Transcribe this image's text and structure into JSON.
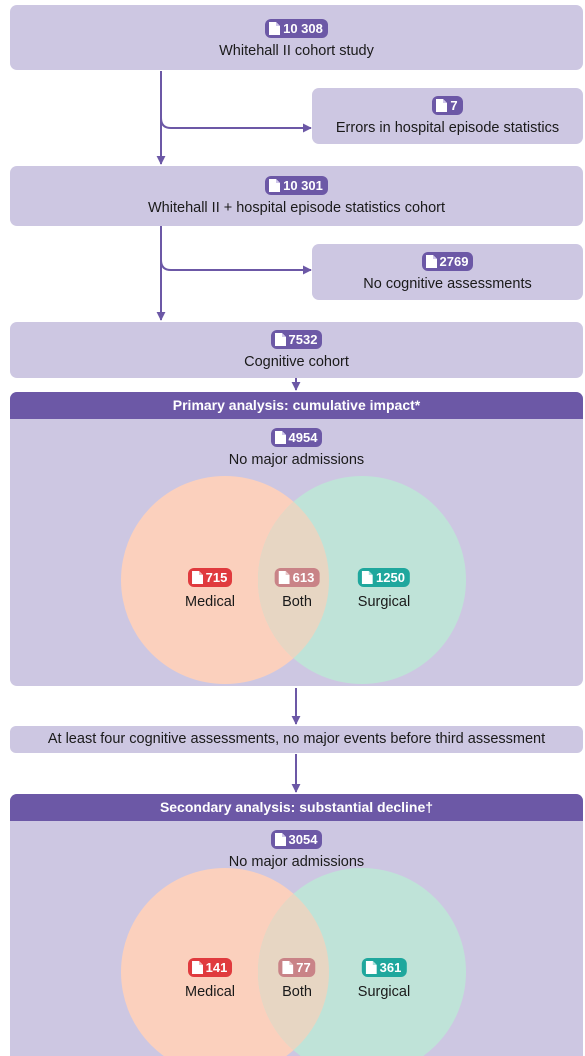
{
  "nodes": {
    "whitehall": {
      "count": "10 308",
      "label": "Whitehall II cohort study"
    },
    "errors": {
      "count": "7",
      "label": "Errors in hospital episode statistics"
    },
    "hes_cohort": {
      "count": "10 301",
      "label": "Whitehall II + hospital episode statistics cohort"
    },
    "no_cognitive": {
      "count": "2769",
      "label": "No cognitive assessments"
    },
    "cognitive": {
      "count": "7532",
      "label": "Cognitive cohort"
    },
    "criteria": {
      "label": "At least four cognitive assessments, no major events before third assessment"
    }
  },
  "primary": {
    "title": "Primary analysis: cumulative impact*",
    "none_count": "4954",
    "none_label": "No major admissions",
    "medical": {
      "count": "715",
      "label": "Medical"
    },
    "both": {
      "count": "613",
      "label": "Both"
    },
    "surgical": {
      "count": "1250",
      "label": "Surgical"
    }
  },
  "secondary": {
    "title": "Secondary analysis: substantial decline†",
    "none_count": "3054",
    "none_label": "No major admissions",
    "medical": {
      "count": "141",
      "label": "Medical"
    },
    "both": {
      "count": "77",
      "label": "Both"
    },
    "surgical": {
      "count": "361",
      "label": "Surgical"
    }
  },
  "colors": {
    "box": "#cdc7e2",
    "header": "#6c58a6",
    "medical": "#fbd0bd",
    "surgical": "#bfe3d8",
    "overlap": "#e7d6c3",
    "arrow": "#6c58a6"
  }
}
